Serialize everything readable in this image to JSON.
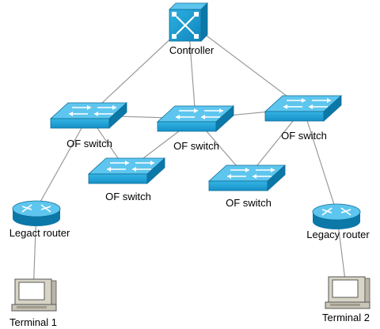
{
  "colors": {
    "device_fill": "#1ea1d6",
    "device_light": "#5ec6ee",
    "device_dark": "#0b78a8",
    "link": "#9a9a9a",
    "terminal_body": "#d8d4c6",
    "terminal_screen": "#ffffff"
  },
  "nodes": {
    "controller": {
      "label": "Controller",
      "icon": "openflow-controller-icon"
    },
    "sw1": {
      "label": "OF switch",
      "icon": "switch-icon"
    },
    "sw2": {
      "label": "OF switch",
      "icon": "switch-icon"
    },
    "sw3": {
      "label": "OF switch",
      "icon": "switch-icon"
    },
    "sw4": {
      "label": "OF switch",
      "icon": "switch-icon"
    },
    "sw5": {
      "label": "OF switch",
      "icon": "switch-icon"
    },
    "router1": {
      "label": "Legact router",
      "icon": "router-icon"
    },
    "router2": {
      "label": "Legacy router",
      "icon": "router-icon"
    },
    "term1": {
      "label": "Terminal 1",
      "icon": "terminal-icon"
    },
    "term2": {
      "label": "Terminal 2",
      "icon": "terminal-icon"
    }
  },
  "links": [
    [
      "controller",
      "sw1"
    ],
    [
      "controller",
      "sw2"
    ],
    [
      "controller",
      "sw3"
    ],
    [
      "sw1",
      "sw2"
    ],
    [
      "sw2",
      "sw3"
    ],
    [
      "sw1",
      "sw4"
    ],
    [
      "sw2",
      "sw4"
    ],
    [
      "sw2",
      "sw5"
    ],
    [
      "sw3",
      "sw5"
    ],
    [
      "sw1",
      "router1"
    ],
    [
      "router1",
      "term1"
    ],
    [
      "sw3",
      "router2"
    ],
    [
      "router2",
      "term2"
    ]
  ]
}
